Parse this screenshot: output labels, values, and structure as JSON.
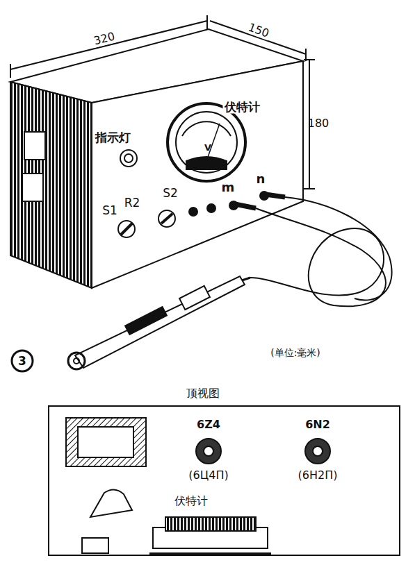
{
  "diagram": {
    "labels": [
      "320",
      "150",
      "180",
      "指示灯",
      "伏特计",
      "V",
      "S1",
      "R2",
      "S2",
      "m",
      "n",
      "(单位:毫米)",
      "3",
      "顶视图",
      "6Z4",
      "(6Ц4П)",
      "6N2",
      "(6H2П)",
      "伏特计"
    ]
  }
}
